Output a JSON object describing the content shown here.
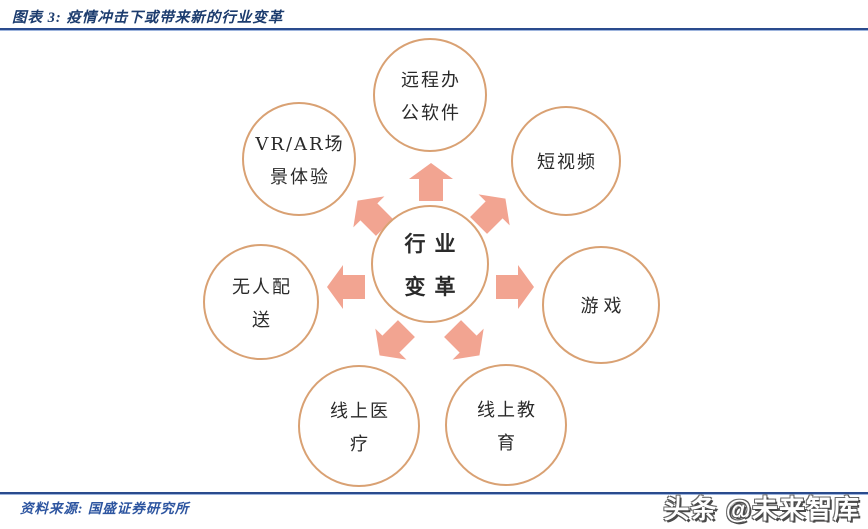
{
  "header": {
    "title": "图表 3: 疫情冲击下或带来新的行业变革"
  },
  "diagram": {
    "center": {
      "id": "industry-change",
      "label": "行业变革",
      "lines": [
        "行业",
        "变革"
      ]
    },
    "nodes": [
      {
        "id": "remote-office-software",
        "label": "远程办公软件",
        "lines": [
          "远程办",
          "公软件"
        ],
        "position": "top"
      },
      {
        "id": "short-video",
        "label": "短视频",
        "lines": [
          "短视频"
        ],
        "position": "top-right"
      },
      {
        "id": "games",
        "label": "游戏",
        "lines": [
          "游戏"
        ],
        "position": "right"
      },
      {
        "id": "online-education",
        "label": "线上教育",
        "lines": [
          "线上教",
          "育"
        ],
        "position": "bottom-right"
      },
      {
        "id": "online-medical",
        "label": "线上医疗",
        "lines": [
          "线上医",
          "疗"
        ],
        "position": "bottom-left"
      },
      {
        "id": "unmanned-delivery",
        "label": "无人配送",
        "lines": [
          "无人配",
          "送"
        ],
        "position": "left"
      },
      {
        "id": "vr-ar-experience",
        "label": "VR/AR场景体验",
        "lines": [
          "VR/AR场",
          "景体验"
        ],
        "position": "top-left"
      }
    ],
    "arrows": [
      "up",
      "up-right",
      "right",
      "down-right",
      "down-left",
      "left",
      "up-left"
    ],
    "colors": {
      "circle_border": "#d9a173",
      "arrow_fill": "#f2a491",
      "node_text": "#2a2a2a",
      "title_text": "#1c3c6e",
      "source_text": "#2d55a0",
      "rule": "#2a4b8d"
    }
  },
  "footer": {
    "source": "资料来源: 国盛证券研究所",
    "watermark": "头条 @未来智库"
  }
}
